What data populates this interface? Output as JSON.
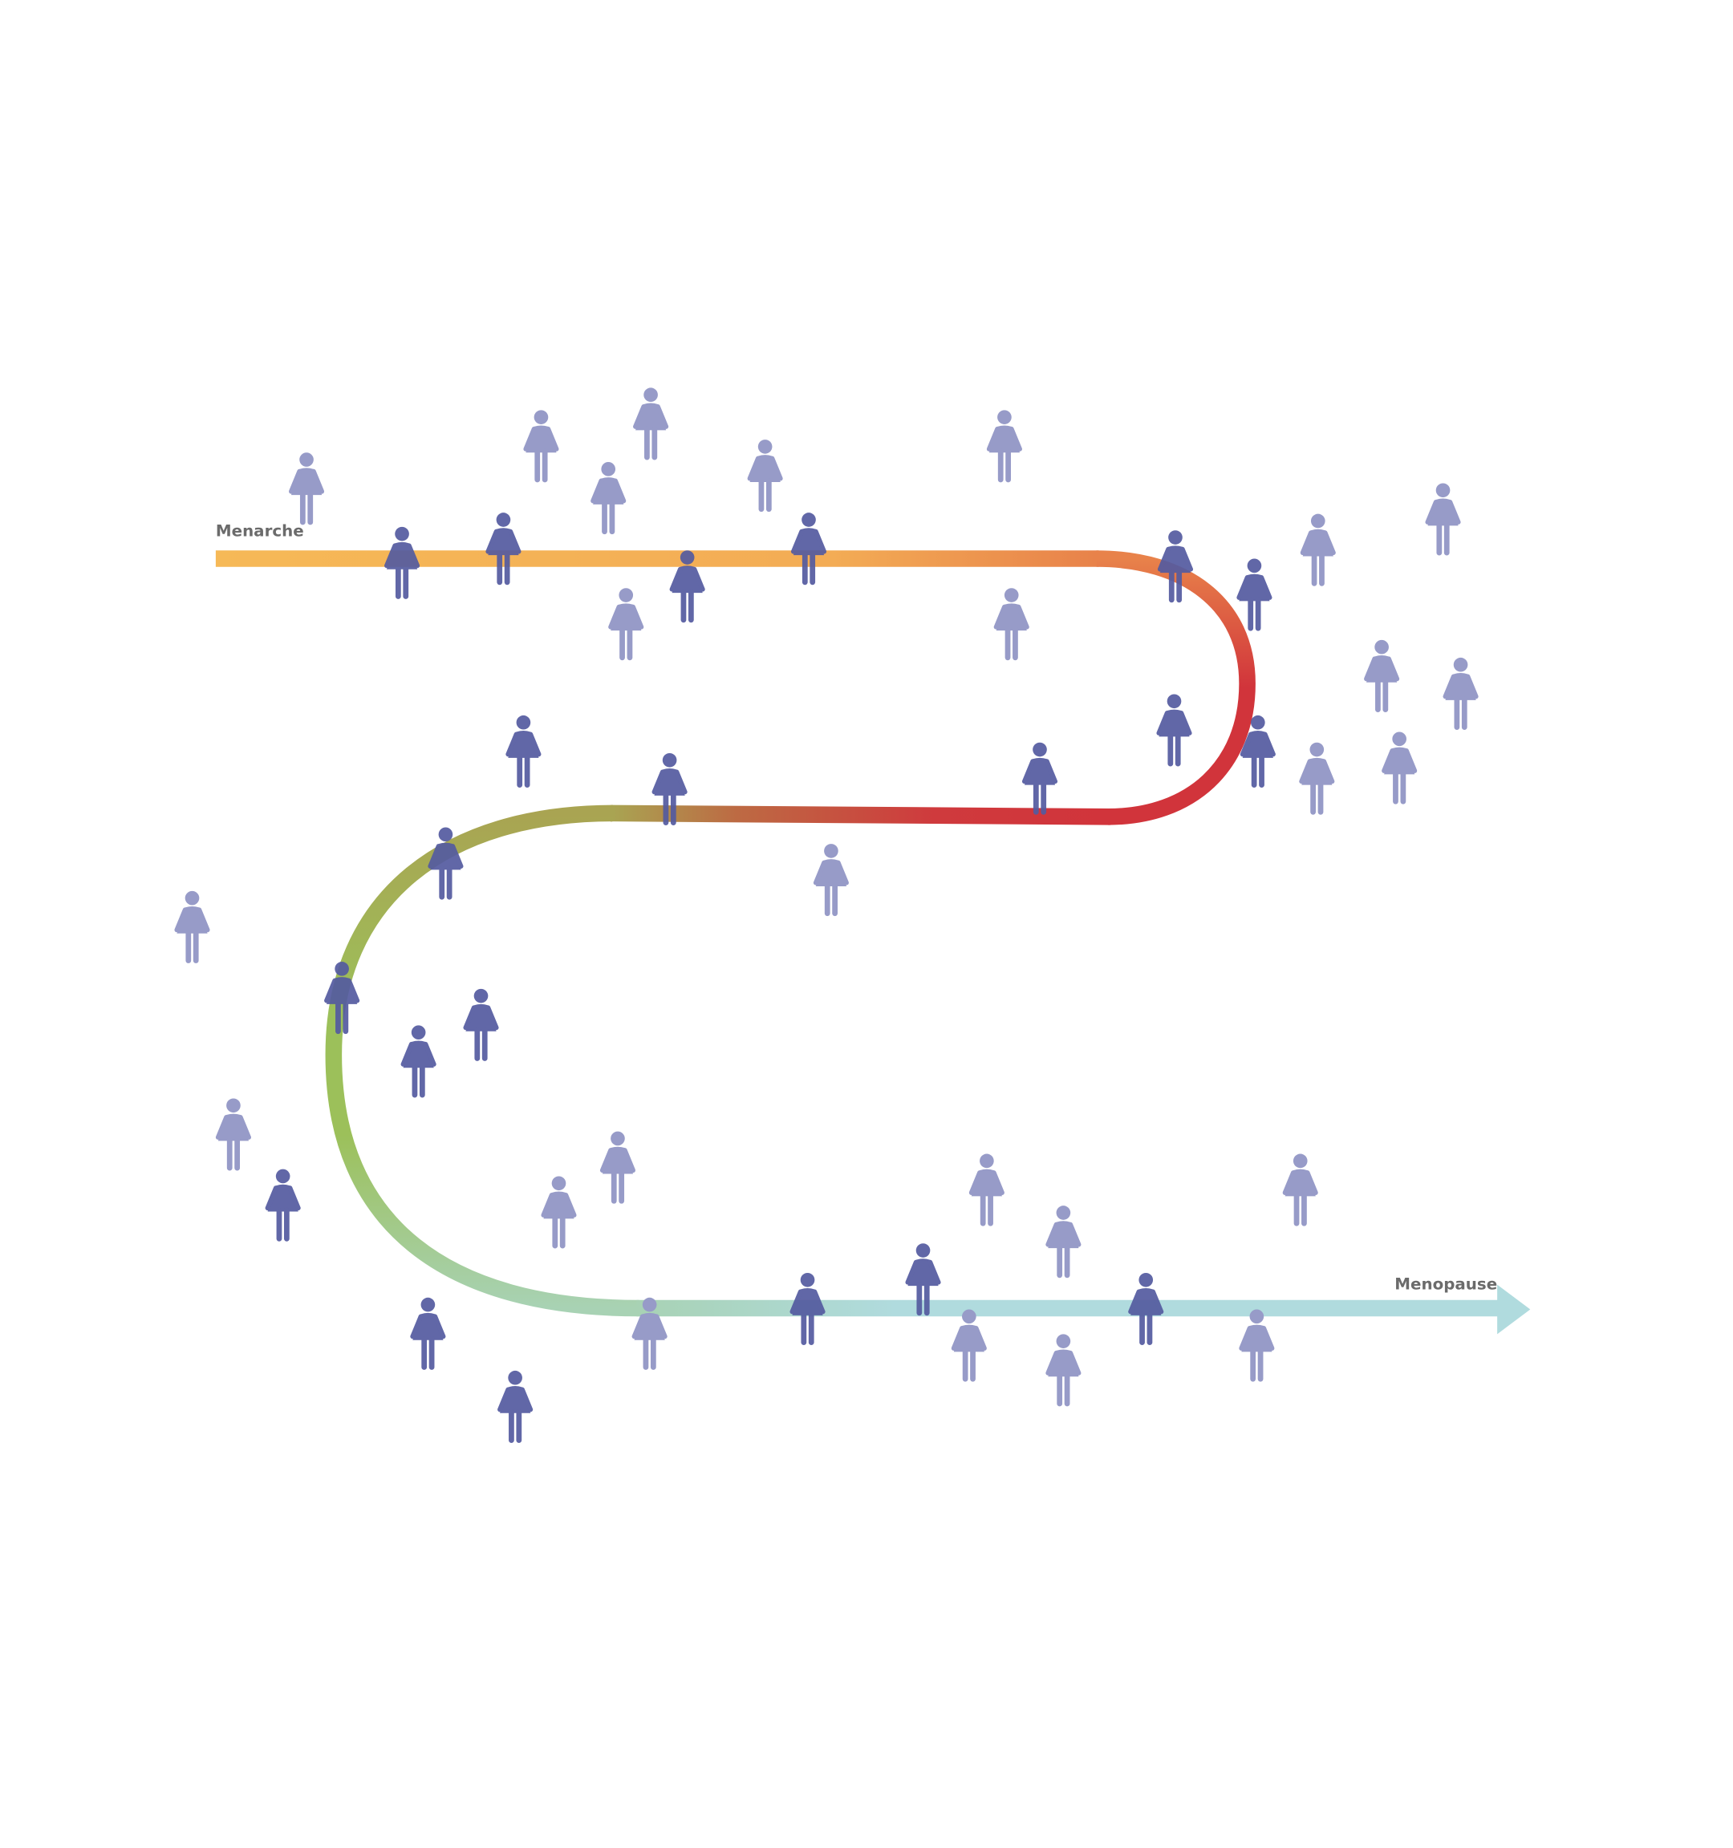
{
  "labels": {
    "start": "Menarche",
    "end": "Menopause"
  },
  "colors": {
    "figure_dark": "#545BA0",
    "figure_light": "#979BC8",
    "path_orange": "#F6B957",
    "path_orange_red": "#E8824A",
    "path_red": "#D1343B",
    "path_olive": "#A9A452",
    "path_green": "#9CC05A",
    "path_teal": "#B0DBDE"
  },
  "figures": {
    "dark_count": 21,
    "light_count": 26
  }
}
